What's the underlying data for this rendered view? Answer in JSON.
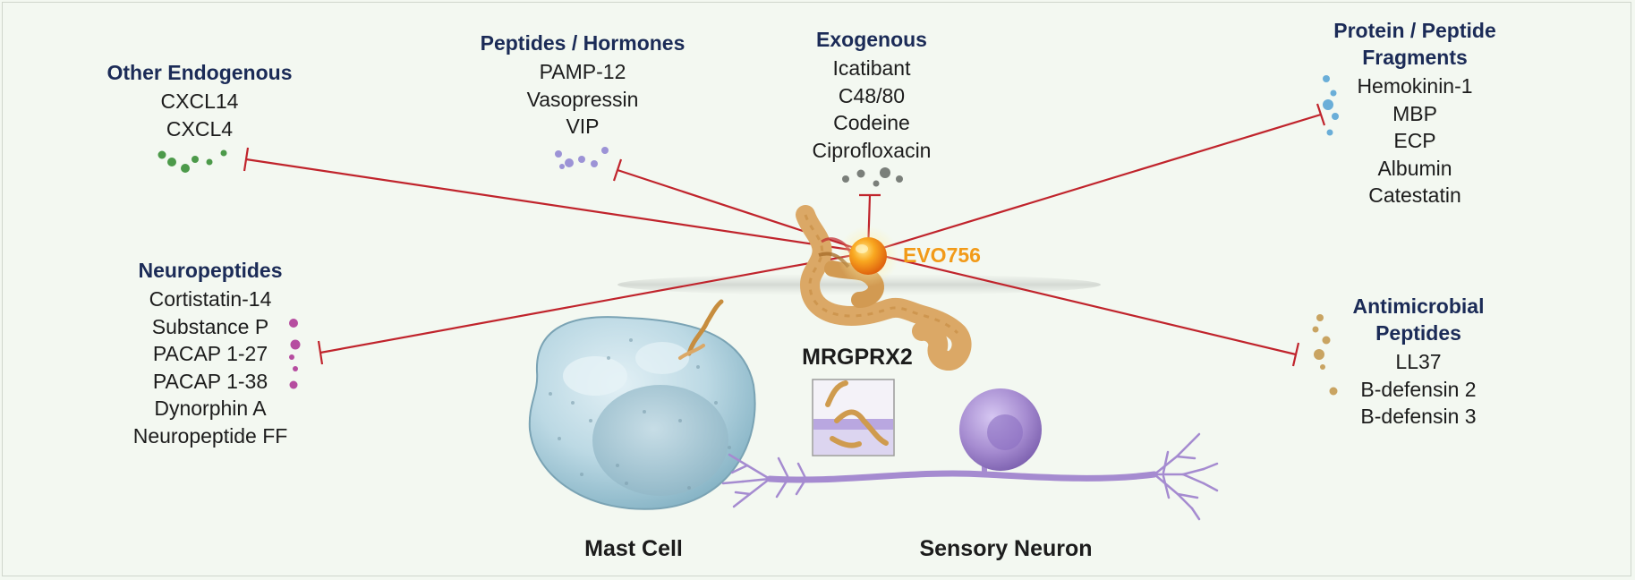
{
  "colors": {
    "background": "#f3f8f1",
    "title": "#1b2b57",
    "text": "#1c1c1c",
    "inhibition_line": "#c0242c",
    "drug": "#f29a18",
    "receptor": "#dba866",
    "mast_cell": "#a9ccd9",
    "neuron": "#a58bd0",
    "dots_other_endogenous": "#4c9a4a",
    "dots_peptides_hormones": "#9c93d6",
    "dots_exogenous": "#7a7f7a",
    "dots_protein_fragments": "#6aaed8",
    "dots_neuropeptides": "#b64da0",
    "dots_antimicrobial": "#c9a462"
  },
  "groups": {
    "other_endogenous": {
      "title": "Other Endogenous",
      "items": [
        "CXCL14",
        "CXCL4"
      ]
    },
    "peptides_hormones": {
      "title": "Peptides / Hormones",
      "items": [
        "PAMP-12",
        "Vasopressin",
        "VIP"
      ]
    },
    "exogenous": {
      "title": "Exogenous",
      "items": [
        "Icatibant",
        "C48/80",
        "Codeine",
        "Ciprofloxacin"
      ]
    },
    "protein_fragments": {
      "title": "Protein / Peptide\nFragments",
      "items": [
        "Hemokinin-1",
        "MBP",
        "ECP",
        "Albumin",
        "Catestatin"
      ]
    },
    "neuropeptides": {
      "title": "Neuropeptides",
      "items": [
        "Cortistatin-14",
        "Substance P",
        "PACAP 1-27",
        "PACAP 1-38",
        "Dynorphin A",
        "Neuropeptide FF"
      ]
    },
    "antimicrobial": {
      "title": "Antimicrobial\nPeptides",
      "items": [
        "LL37",
        "B-defensin 2",
        "B-defensin 3"
      ]
    }
  },
  "labels": {
    "drug": "EVO756",
    "receptor": "MRGPRX2",
    "mast_cell": "Mast Cell",
    "sensory_neuron": "Sensory Neuron"
  },
  "icons": {
    "drug": "evo756-sphere-icon",
    "receptor": "mrgprx2-receptor-icon",
    "mast_cell": "mast-cell-icon",
    "neuron": "sensory-neuron-icon",
    "ligand": "ligand-dots-icon",
    "inhibition": "inhibition-bar-icon"
  }
}
